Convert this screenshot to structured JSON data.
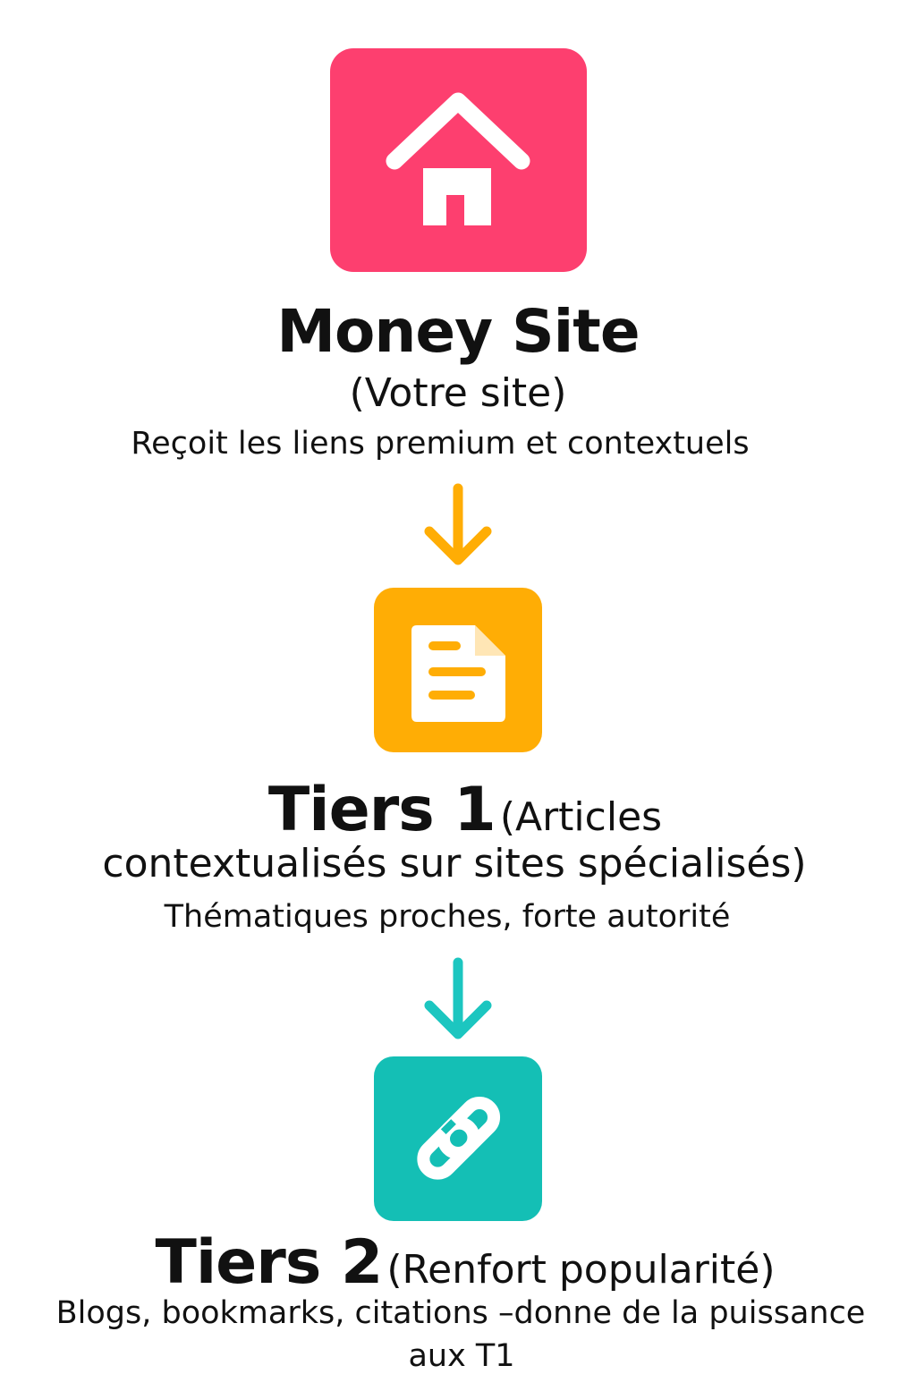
{
  "colors": {
    "money_tile": "#fd3f6f",
    "tier1_tile": "#ffad05",
    "tier2_tile": "#14bfb5",
    "arrow_1": "#ffad05",
    "arrow_2": "#1cc6c0",
    "icon_fill": "#ffffff",
    "text": "#111111"
  },
  "money_site": {
    "icon": "house-icon",
    "title": "Money Site",
    "subtitle": "(Votre site)",
    "description": "Reçoit les liens premium et contextuels"
  },
  "tier1": {
    "icon": "document-icon",
    "title": "Tiers 1",
    "subtitle_part1": "(Articles",
    "subtitle_part2": "contextualisés sur sites spécialisés)",
    "description": "Thématiques proches, forte autorité"
  },
  "tier2": {
    "icon": "link-icon",
    "title": "Tiers 2",
    "subtitle": "(Renfort popularité)",
    "description_line1": "Blogs, bookmarks, citations –donne de la puissance",
    "description_line2": "aux T1"
  },
  "arrows": [
    {
      "icon": "arrow-down-icon"
    },
    {
      "icon": "arrow-down-icon"
    }
  ]
}
